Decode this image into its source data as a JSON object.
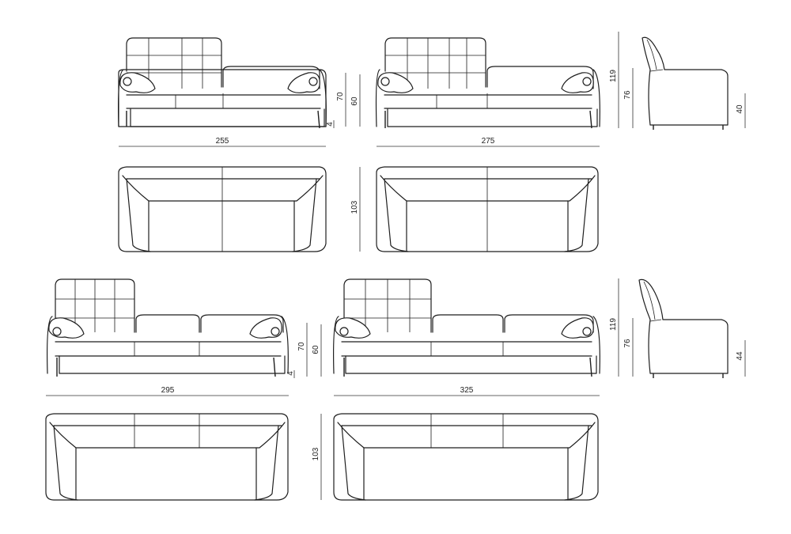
{
  "dimensions": {
    "row1_height_total": "70",
    "row1_seat_back": "60",
    "row1_leg": "4",
    "width_255": "255",
    "width_275": "275",
    "depth_row1": "103",
    "side1_total": "119",
    "side1_back": "76",
    "side1_seat": "40",
    "row2_height_total": "70",
    "row2_seat_back": "60",
    "row2_leg": "4",
    "width_295": "295",
    "width_325": "325",
    "depth_row2": "103",
    "side2_total": "119",
    "side2_back": "76",
    "side2_seat": "44"
  }
}
